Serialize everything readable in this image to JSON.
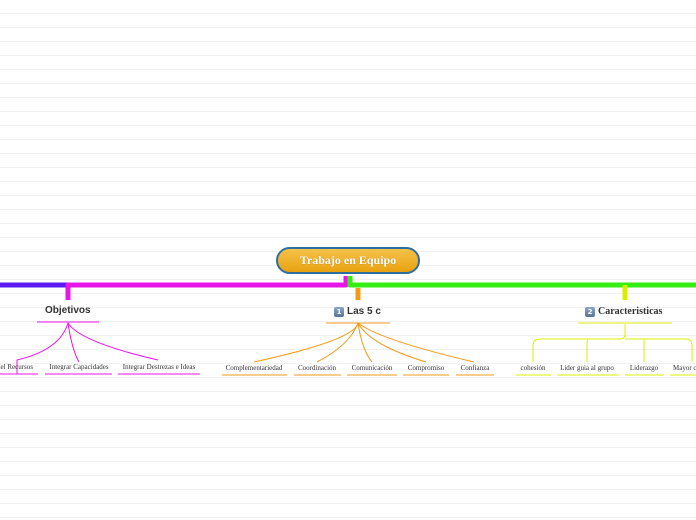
{
  "root": {
    "label": "Trabajo en Equipo"
  },
  "branches": [
    {
      "label": "Objetivos",
      "color": "#e815e8",
      "leaves": [
        "del Recursos",
        "Integrar Capacidades",
        "Integrar Destrezas e Ideas"
      ]
    },
    {
      "label": "Las 5 c",
      "number": "1",
      "color": "#f29a1a",
      "leaves": [
        "Complementariedad",
        "Coordinación",
        "Comunicación",
        "Compromiso",
        "Confianza"
      ]
    },
    {
      "label": "Caracteristicas",
      "number": "2",
      "color": "#d8f000",
      "leaves": [
        "cohesión",
        "Lider guia al grupo",
        "Liderazgo",
        "Mayor c"
      ]
    }
  ],
  "colors": {
    "left_edge_branch": "#5a1cf0",
    "right_main_branch": "#33ee11"
  }
}
